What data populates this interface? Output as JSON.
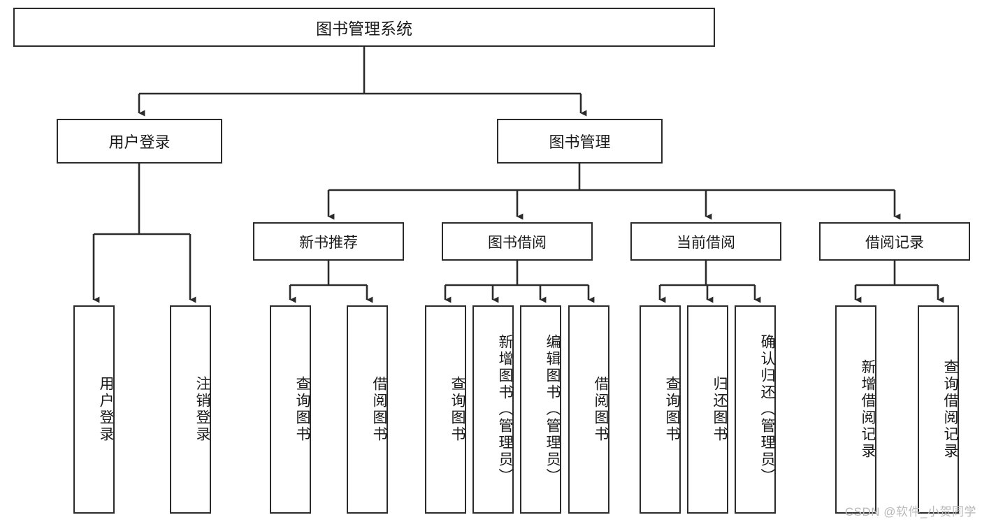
{
  "diagram": {
    "title": "图书管理系统",
    "type": "tree-hierarchy-chart",
    "colors": {
      "stroke": "#2b2b2b",
      "fill": "#ffffff",
      "text": "#1a1a1a",
      "watermark": "#b9b9b9"
    },
    "root": {
      "label": "图书管理系统"
    },
    "level2": [
      {
        "label": "用户登录"
      },
      {
        "label": "图书管理"
      }
    ],
    "level3": [
      {
        "label": "新书推荐"
      },
      {
        "label": "图书借阅"
      },
      {
        "label": "当前借阅"
      },
      {
        "label": "借阅记录"
      }
    ],
    "leaves": {
      "user_login": [
        {
          "label": "用户登录"
        },
        {
          "label": "注销登录"
        }
      ],
      "new_book_recommend": [
        {
          "label": "查询图书"
        },
        {
          "label": "借阅图书"
        }
      ],
      "book_borrow": [
        {
          "label": "查询图书"
        },
        {
          "label": "新增图书（管理员）"
        },
        {
          "label": "编辑图书（管理员）"
        },
        {
          "label": "借阅图书"
        }
      ],
      "current_borrow": [
        {
          "label": "查询图书"
        },
        {
          "label": "归还图书"
        },
        {
          "label": "确认归还（管理员）"
        }
      ],
      "borrow_record": [
        {
          "label": "新增借阅记录"
        },
        {
          "label": "查询借阅记录"
        }
      ]
    }
  },
  "watermark": {
    "text": "CSDN @软件_小贺同学"
  }
}
